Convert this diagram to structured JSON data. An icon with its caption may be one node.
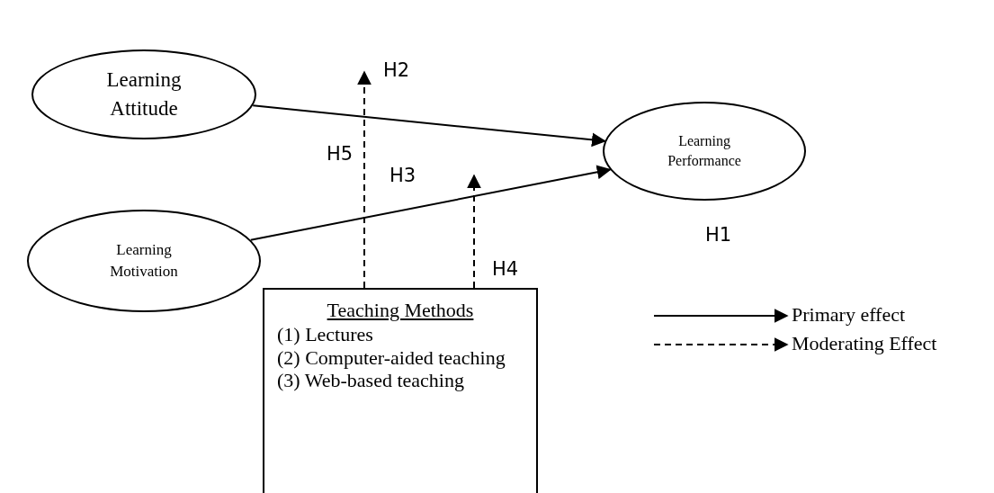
{
  "diagram": {
    "nodes": [
      {
        "text": [
          "Learning Attitude"
        ]
      },
      {
        "text": [
          "Learning Motivation"
        ]
      },
      {
        "text": [
          "Learning Performance"
        ],
        "beside": [
          "H1"
        ]
      },
      {
        "text": [
          "Teaching Methods",
          "(1) Lectures",
          "(2) Computer-aided teaching",
          "(3) Web-based teaching"
        ]
      }
    ],
    "edges": [
      {
        "from": 0,
        "to": 2,
        "arrow": "to",
        "label": "H2"
      },
      {
        "from": 1,
        "to": 2,
        "arrow": "to",
        "label": "H3"
      },
      {
        "from": 3,
        "to": null,
        "arrow": "to",
        "style": "dashed",
        "label": "H5"
      },
      {
        "from": 3,
        "to": null,
        "arrow": "to",
        "style": "dashed",
        "label": "H4"
      }
    ],
    "legend": [
      {
        "text": "Primary effect"
      },
      {
        "text": "Moderating Effect"
      }
    ]
  }
}
